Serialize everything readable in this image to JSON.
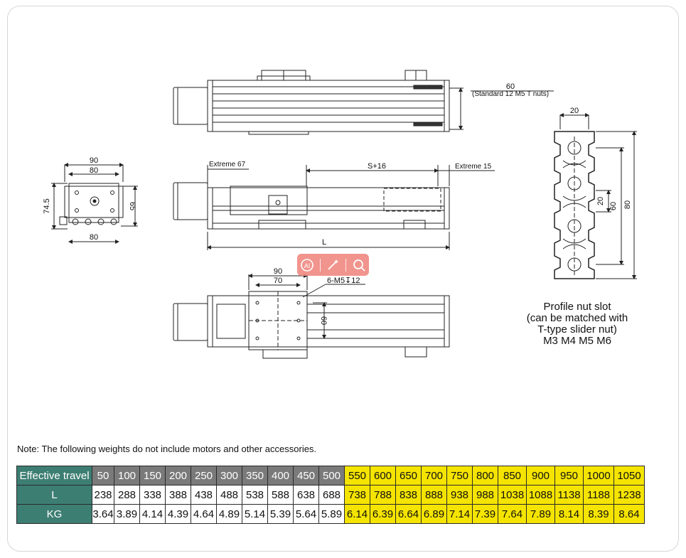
{
  "drawing": {
    "top_view": {
      "dim_60": "60",
      "note": "(Standard 12 M5 T nuts)"
    },
    "side_view": {
      "extreme_left": "Extreme 67",
      "stroke": "S+16",
      "extreme_right": "Extreme 15",
      "length": "L"
    },
    "end_view": {
      "w90": "90",
      "w80_top": "80",
      "h74_5": "74.5",
      "h65": "65",
      "w80_bottom": "80"
    },
    "carriage_view": {
      "w90": "90",
      "w70": "70",
      "holes": "6-M5↧12",
      "h60": "60"
    },
    "profile": {
      "w20": "20",
      "h20": "20",
      "h60": "60",
      "h80": "80"
    },
    "profile_caption": [
      "Profile nut slot",
      "(can be matched with",
      "T-type slider nut)",
      "M3 M4 M5 M6"
    ]
  },
  "note": "Note: The following weights do not include motors and other accessories.",
  "colors": {
    "header": "#3d7e73",
    "gray": "#7a7a7a",
    "yellow": "#f5e400",
    "ai_bar": "#f08c84"
  },
  "ai_toolbar": [
    "ai-icon",
    "magic-wand-icon",
    "search-icon"
  ],
  "table": {
    "row_labels": [
      "Effective travel",
      "L",
      "KG"
    ],
    "travel": [
      "50",
      "100",
      "150",
      "200",
      "250",
      "300",
      "350",
      "400",
      "450",
      "500",
      "550",
      "600",
      "650",
      "700",
      "750",
      "800",
      "850",
      "900",
      "950",
      "1000",
      "1050"
    ],
    "L": [
      "238",
      "288",
      "338",
      "388",
      "438",
      "488",
      "538",
      "588",
      "638",
      "688",
      "738",
      "788",
      "838",
      "888",
      "938",
      "988",
      "1038",
      "1088",
      "1138",
      "1188",
      "1238"
    ],
    "KG": [
      "3.64",
      "3.89",
      "4.14",
      "4.39",
      "4.64",
      "4.89",
      "5.14",
      "5.39",
      "5.64",
      "5.89",
      "6.14",
      "6.39",
      "6.64",
      "6.89",
      "7.14",
      "7.39",
      "7.64",
      "7.89",
      "8.14",
      "8.39",
      "8.64"
    ]
  }
}
